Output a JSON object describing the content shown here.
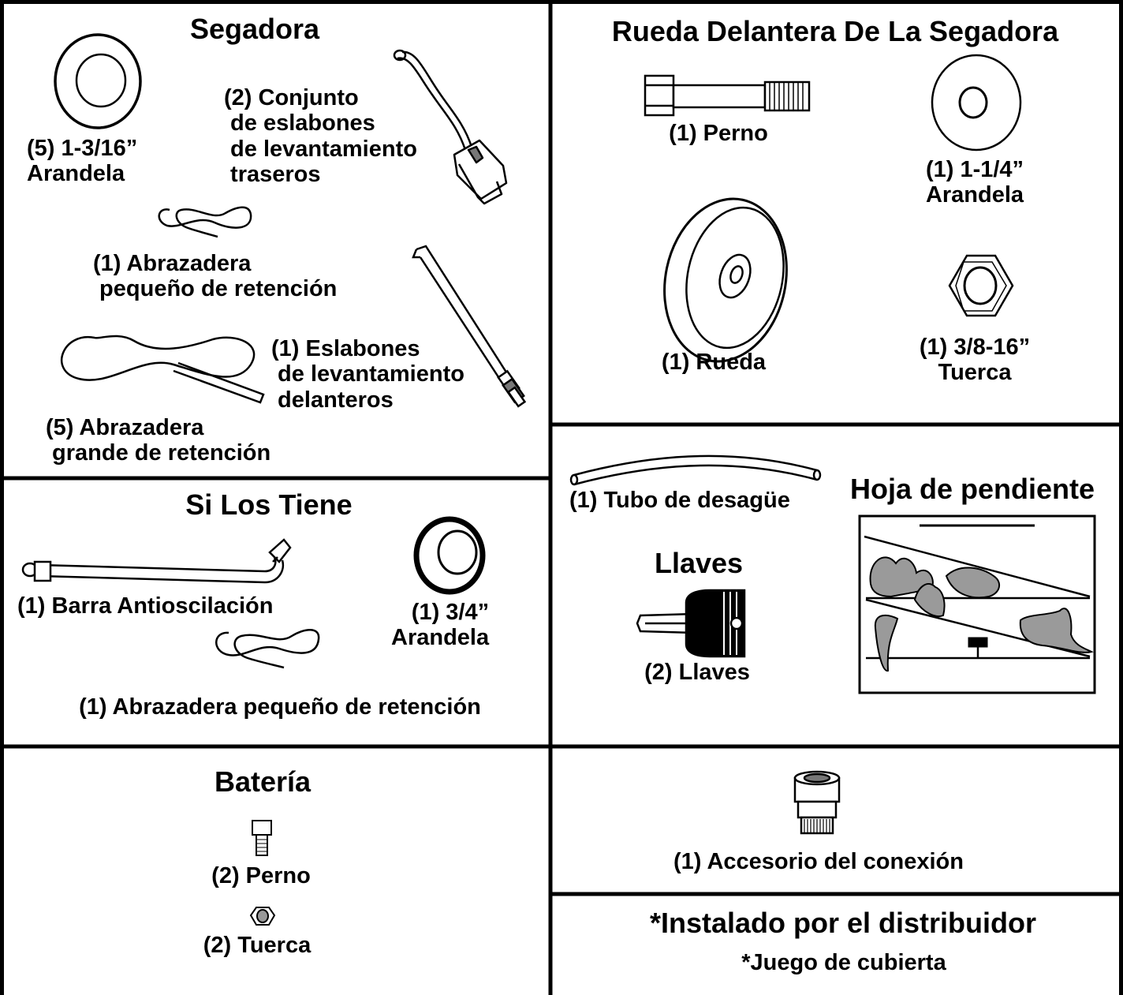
{
  "sections": {
    "segadora": {
      "title": "Segadora",
      "washer": "(5) 1-3/16”\nArandela",
      "rear_links": "(2) Conjunto\n de eslabones\n de levantamiento\n traseros",
      "small_clip": "(1) Abrazadera\n pequeño de retención",
      "front_links": "(1) Eslabones\n de levantamiento\n delanteros",
      "large_clip": "(5) Abrazadera\n grande de retención"
    },
    "rueda": {
      "title": "Rueda Delantera De La Segadora",
      "bolt": "(1) Perno",
      "washer": "(1) 1-1/4”\nArandela",
      "wheel": "(1) Rueda",
      "nut": "(1) 3/8-16”\nTuerca"
    },
    "si_los_tiene": {
      "title": "Si Los Tiene",
      "bar": "(1) Barra Antioscilación",
      "washer": "(1) 3/4”\nArandela",
      "clip": "(1) Abrazadera pequeño de retención"
    },
    "misc": {
      "tube": "(1) Tubo de desagüe",
      "slope_title": "Hoja de pendiente",
      "keys_title": "Llaves",
      "keys": "(2) Llaves"
    },
    "bateria": {
      "title": "Batería",
      "bolt": "(2) Perno",
      "nut": "(2) Tuerca"
    },
    "conexion": {
      "fitting": "(1) Accesorio del conexión"
    },
    "distribuidor": {
      "title": "*Instalado por el distribuidor",
      "item": "*Juego de cubierta"
    }
  }
}
